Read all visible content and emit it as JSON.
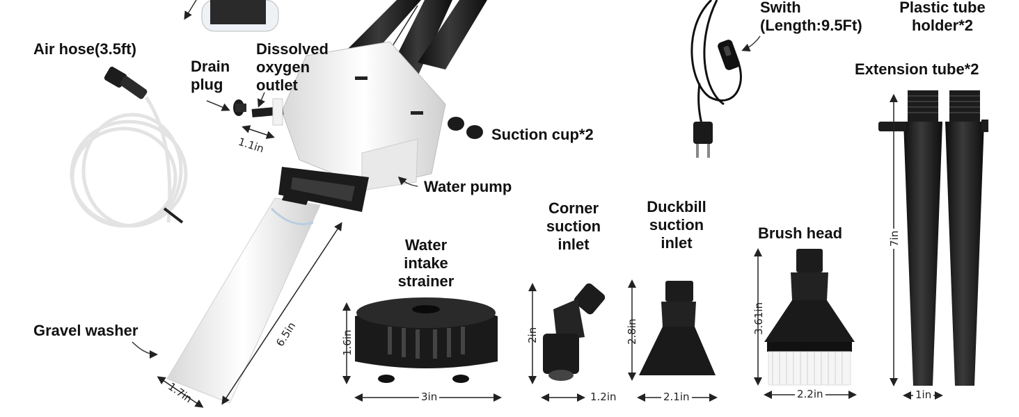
{
  "labels": {
    "air_hose": "Air hose(3.5ft)",
    "drain_plug": "Drain\nplug",
    "dissolved_oxygen": "Dissolved\noxygen\noutlet",
    "suction_cup": "Suction cup*2",
    "water_pump": "Water pump",
    "gravel_washer": "Gravel washer",
    "switch": "Swith\n(Length:9.5Ft)",
    "plastic_tube_holder": "Plastic tube\nholder*2",
    "extension_tube": "Extension tube*2",
    "water_intake_strainer": "Water\nintake\nstrainer",
    "corner_suction": "Corner\nsuction\ninlet",
    "duckbill_suction": "Duckbill\nsuction\ninlet",
    "brush_head": "Brush head"
  },
  "dimensions": {
    "drain_outlet_gap": "1.1in",
    "gravel_diameter": "1.7in",
    "gravel_length": "6.5in",
    "strainer_height": "1.6in",
    "strainer_width": "3in",
    "corner_height": "2in",
    "corner_width": "1.2in",
    "duckbill_height": "2.8in",
    "duckbill_width": "2.1in",
    "brush_height": "3.61in",
    "brush_width": "2.2in",
    "extension_length": "7in",
    "extension_width": "1in"
  },
  "colors": {
    "plastic_black": "#1b1b1b",
    "plastic_white": "#f2f2f2",
    "label_text": "#111111"
  }
}
